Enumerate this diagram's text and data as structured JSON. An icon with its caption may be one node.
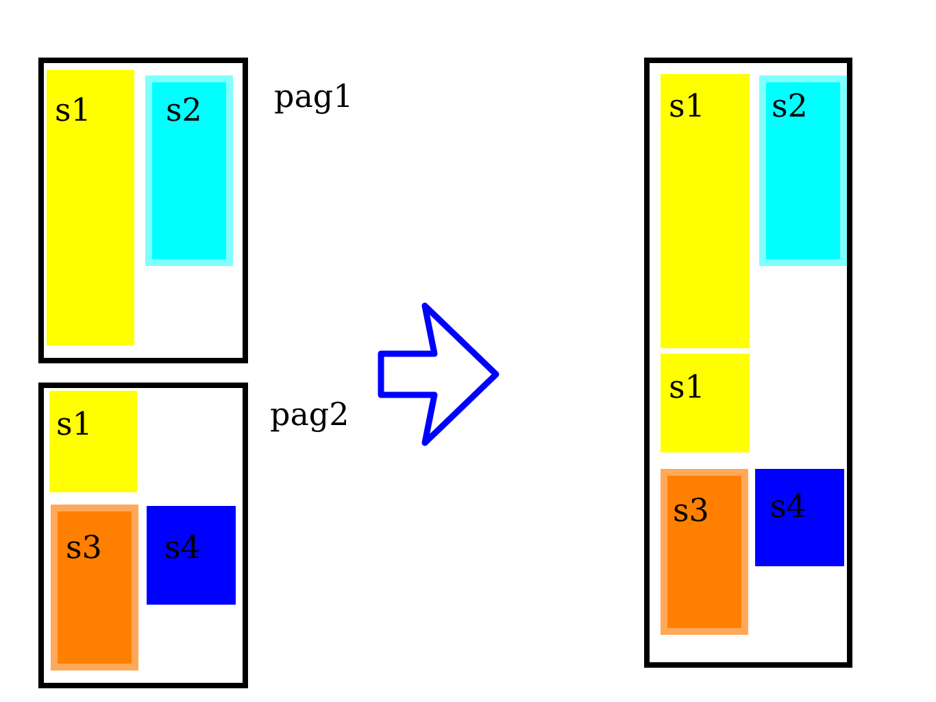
{
  "diagram": {
    "nodes": [
      {
        "text": [
          "pag1"
        ]
      },
      {
        "text": [
          "s1"
        ],
        "in": 0
      },
      {
        "text": [
          "s2"
        ],
        "in": 0
      },
      {
        "text": [
          "pag2"
        ]
      },
      {
        "text": [
          "s1"
        ],
        "in": 3
      },
      {
        "text": [
          "s3"
        ],
        "in": 3
      },
      {
        "text": [
          "s4"
        ],
        "in": 3
      },
      {
        "text": [],
        "shape": "box"
      },
      {
        "text": [
          "s1"
        ],
        "in": 7
      },
      {
        "text": [
          "s2"
        ],
        "in": 7
      },
      {
        "text": [
          "s1"
        ],
        "in": 7
      },
      {
        "text": [
          "s3"
        ],
        "in": 7
      },
      {
        "text": [
          "s4"
        ],
        "in": 7
      }
    ]
  }
}
